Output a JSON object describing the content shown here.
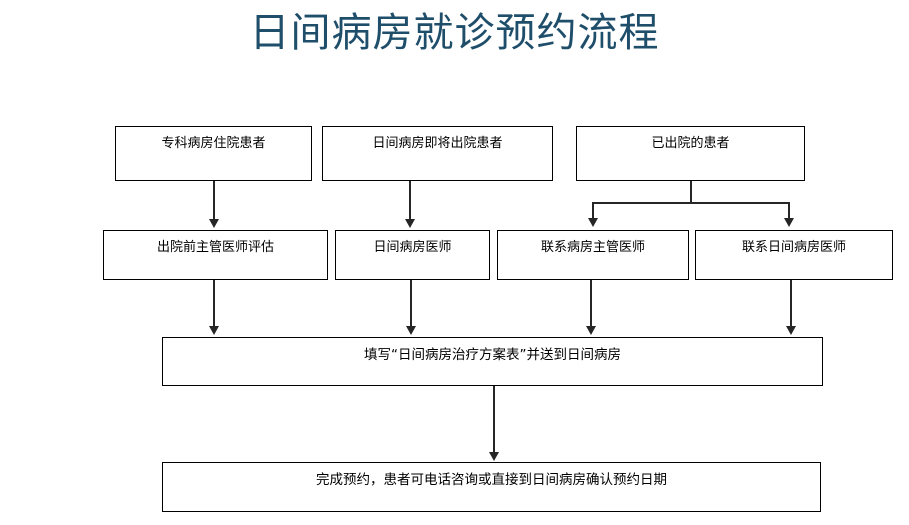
{
  "title": "日间病房就诊预约流程",
  "theme": {
    "title_color": "#1f4e6b",
    "box_border_color": "#000000",
    "box_fill_color": "#ffffff",
    "connector_color": "#262626",
    "background_color": "#ffffff"
  },
  "flow": {
    "row1": [
      {
        "id": "specialty-ward-inpatient",
        "label": "专科病房住院患者"
      },
      {
        "id": "day-ward-soon-discharge",
        "label": "日间病房即将出院患者"
      },
      {
        "id": "already-discharged",
        "label": "已出院的患者"
      }
    ],
    "row2": [
      {
        "id": "pre-discharge-assessment",
        "label": "出院前主管医师评估"
      },
      {
        "id": "day-ward-doctor",
        "label": "日间病房医师"
      },
      {
        "id": "contact-ward-attending",
        "label": "联系病房主管医师"
      },
      {
        "id": "contact-day-ward-doctor",
        "label": "联系日间病房医师"
      }
    ],
    "row3": {
      "id": "fill-treatment-plan-form",
      "label": "填写“日间病房治疗方案表”并送到日间病房"
    },
    "row4": {
      "id": "appointment-complete",
      "label": "完成预约，患者可电话咨询或直接到日间病房确认预约日期"
    }
  }
}
